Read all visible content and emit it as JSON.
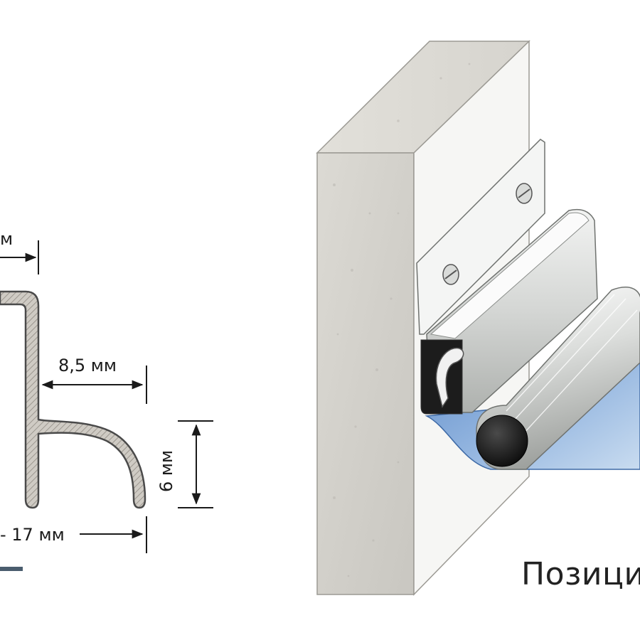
{
  "diagram": {
    "dimensions": {
      "top_partial": "м",
      "top_right": "8,5 мм",
      "height": "6 мм",
      "bottom": "- 17 мм"
    },
    "caption": "Позици"
  }
}
